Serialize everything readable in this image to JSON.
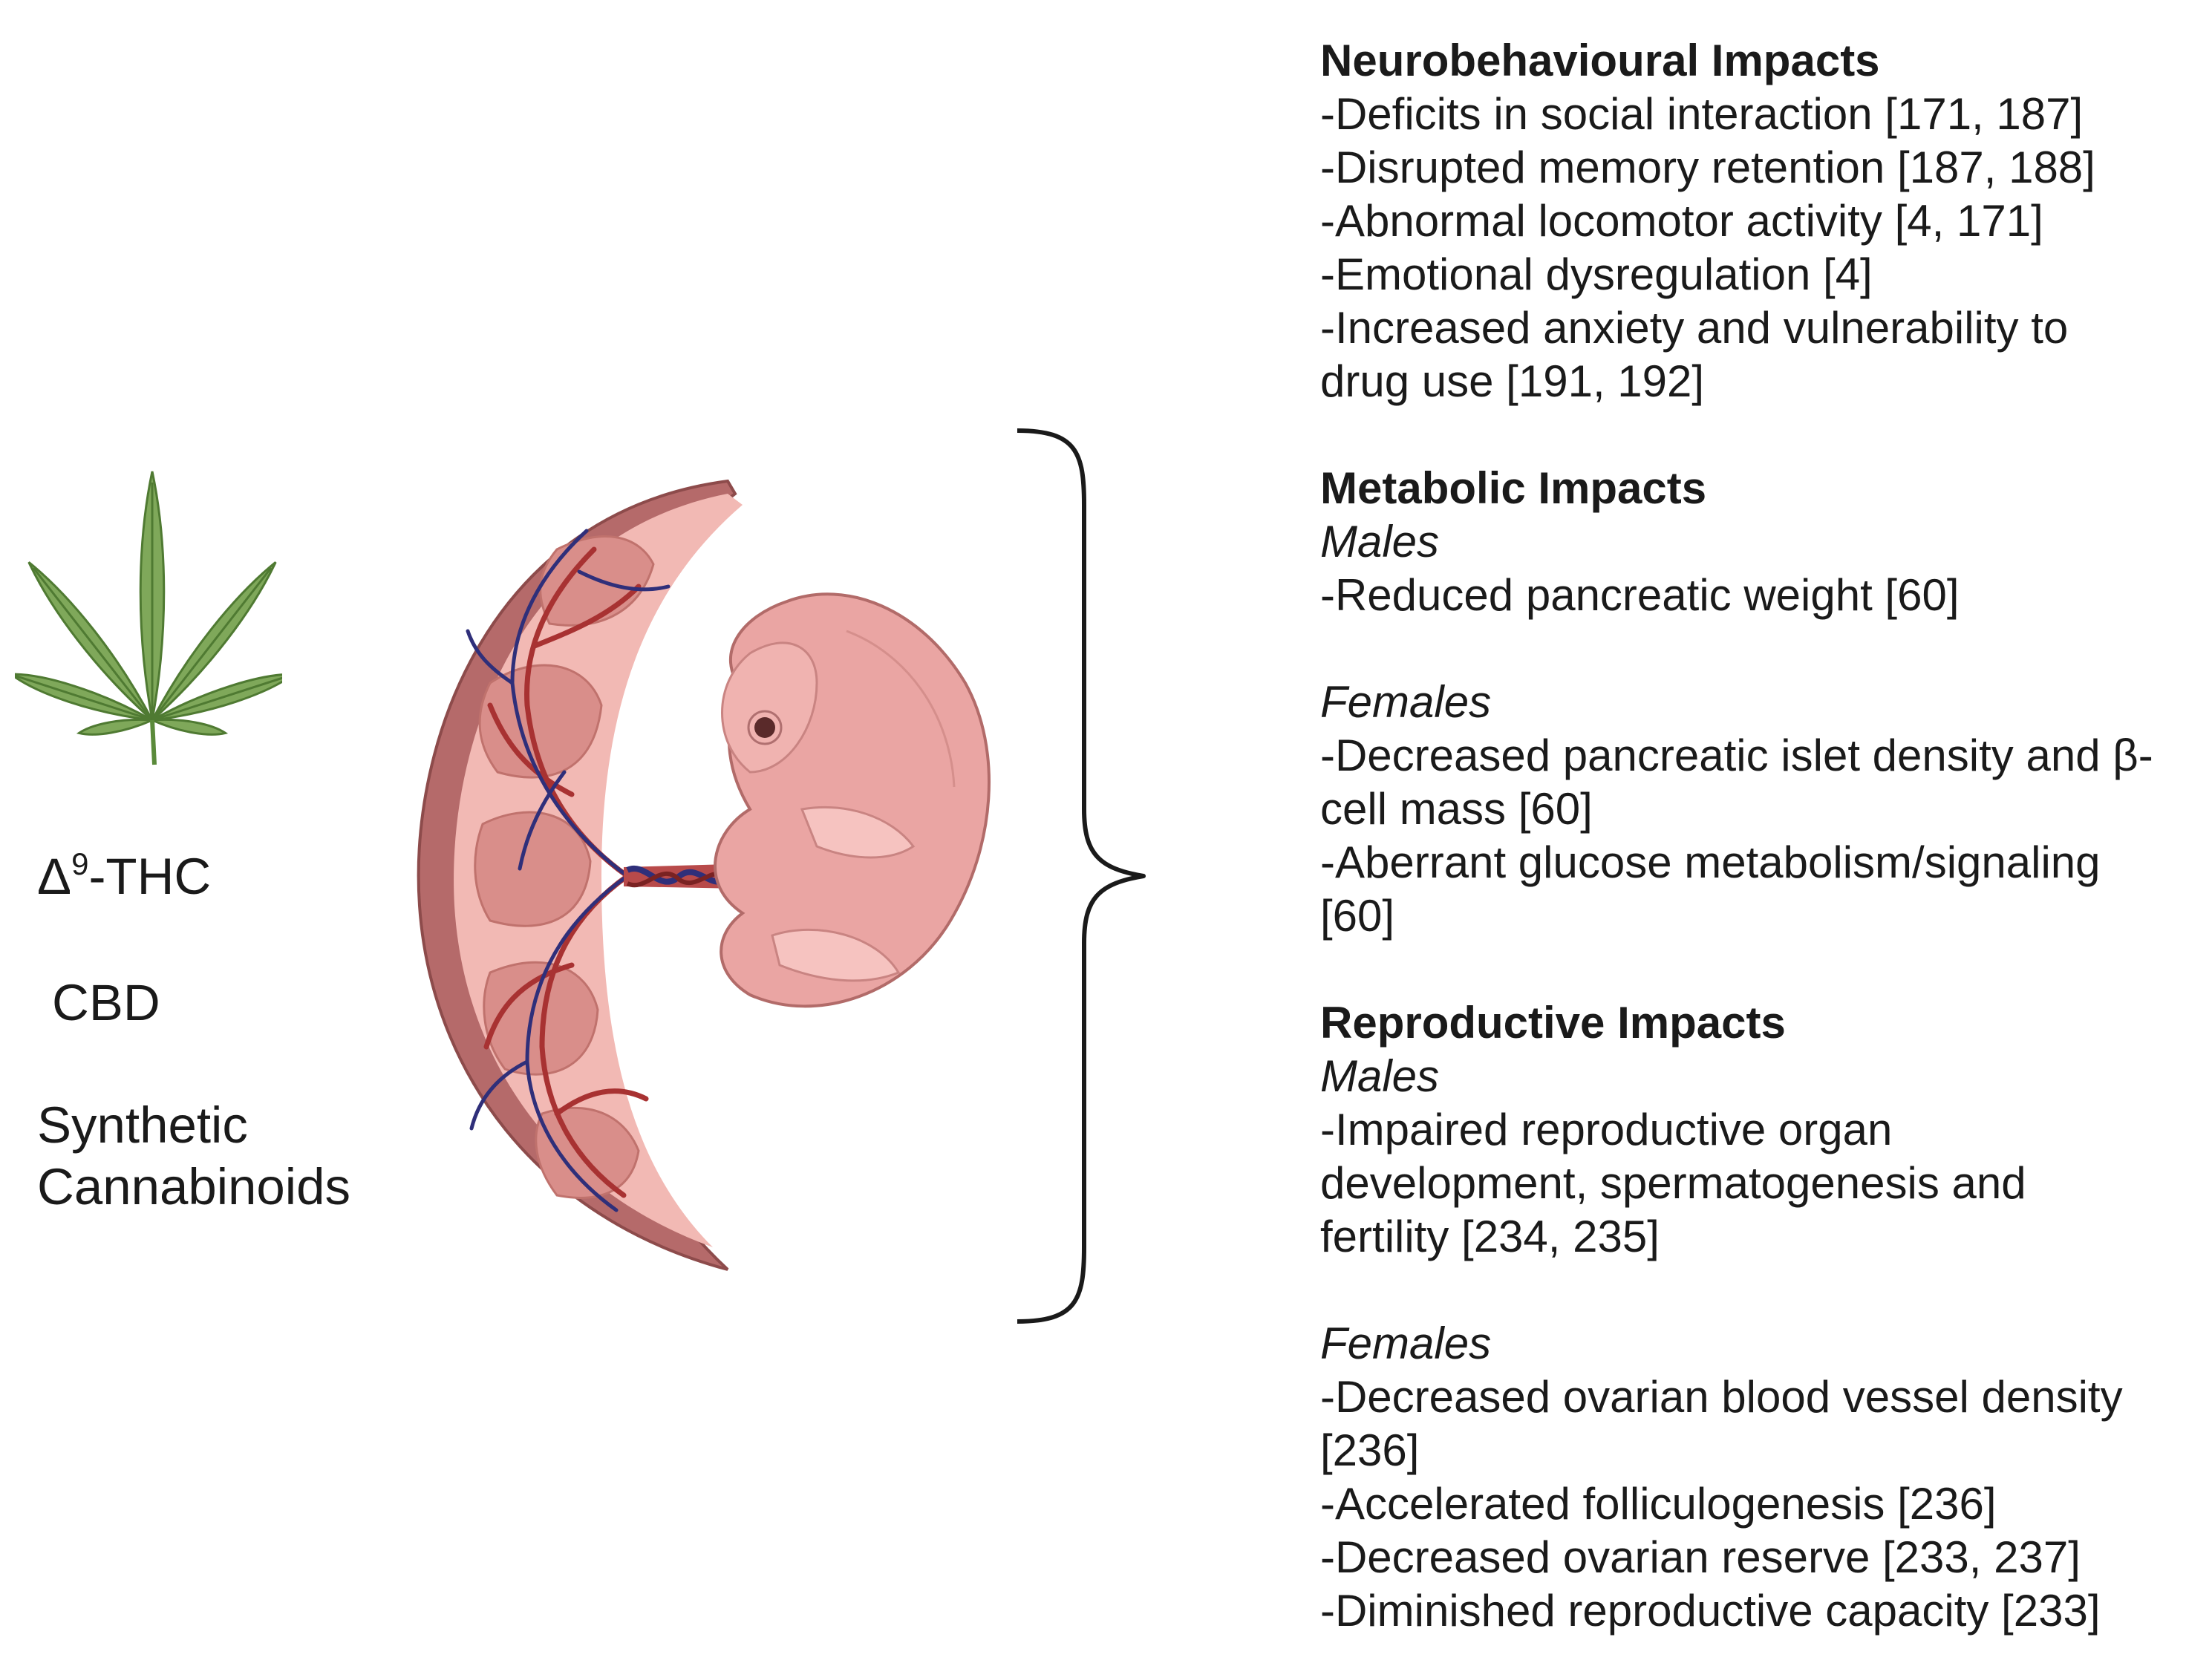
{
  "compounds": {
    "thc_symbol": "Δ",
    "thc_superscript": "9",
    "thc_suffix": "-THC",
    "cbd": "CBD",
    "synthetic_line1": "Synthetic",
    "synthetic_line2": "Cannabinoids"
  },
  "icons": {
    "leaf": "cannabis-leaf-icon",
    "placenta": "placenta-embryo-illustration",
    "brace": "right-curly-brace"
  },
  "colors": {
    "leaf_green": "#7fa85a",
    "leaf_dark": "#4f7a32",
    "placenta_outer": "#b56a6a",
    "placenta_inner": "#f0b8b3",
    "embryo": "#e8a2a0",
    "artery": "#a83232",
    "vein": "#2f2f7a"
  },
  "impacts": {
    "neuro": {
      "heading": "Neurobehavioural Impacts",
      "items": [
        "-Deficits in social interaction [171, 187]",
        "-Disrupted memory retention [187, 188]",
        "-Abnormal locomotor activity [4, 171]",
        "-Emotional dysregulation [4]",
        "-Increased anxiety and vulnerability to",
        "drug use [191, 192]"
      ]
    },
    "metabolic": {
      "heading": "Metabolic Impacts",
      "males_label": "Males",
      "males_items": [
        "-Reduced pancreatic weight [60]"
      ],
      "females_label": "Females",
      "females_items": [
        "-Decreased pancreatic islet density and β-",
        "cell mass [60]",
        "-Aberrant glucose metabolism/signaling",
        "[60]"
      ]
    },
    "reproductive": {
      "heading": "Reproductive Impacts",
      "males_label": "Males",
      "males_items": [
        "-Impaired reproductive organ",
        "development, spermatogenesis and",
        "fertility [234, 235]"
      ],
      "females_label": "Females",
      "females_items": [
        "-Decreased ovarian blood vessel density",
        "[236]",
        "-Accelerated folliculogenesis [236]",
        "-Decreased ovarian reserve [233, 237]",
        "-Diminished reproductive capacity [233]"
      ]
    }
  }
}
